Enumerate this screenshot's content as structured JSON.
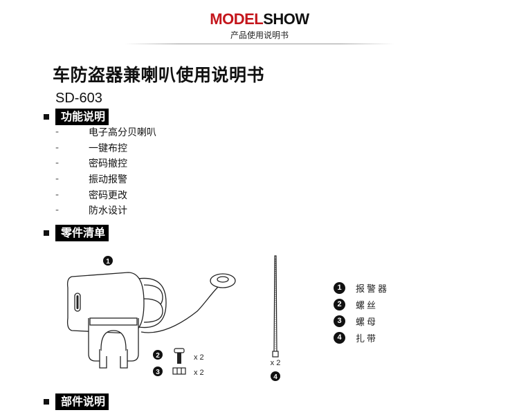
{
  "header": {
    "brand_part1": "MODEL",
    "brand_part2": "SHOW",
    "subtitle": "产品使用说明书"
  },
  "document": {
    "title": "车防盗器兼喇叭使用说明书",
    "model": "SD-603"
  },
  "sections": {
    "features": {
      "heading": "功能说明",
      "items": [
        "电子高分贝喇叭",
        "一键布控",
        "密码撤控",
        "振动报警",
        "密码更改",
        "防水设计"
      ],
      "dash": "-"
    },
    "parts": {
      "heading": "零件清单",
      "legend": [
        {
          "num": "1",
          "label": "报警器"
        },
        {
          "num": "2",
          "label": "螺丝"
        },
        {
          "num": "3",
          "label": "螺母"
        },
        {
          "num": "4",
          "label": "扎带"
        }
      ],
      "qty_screw": "x 2",
      "qty_nut": "x 2",
      "qty_tie": "x 2"
    },
    "components": {
      "heading": "部件说明"
    }
  },
  "colors": {
    "brand_red": "#c4161c",
    "text": "#111111",
    "section_bg": "#000000"
  }
}
